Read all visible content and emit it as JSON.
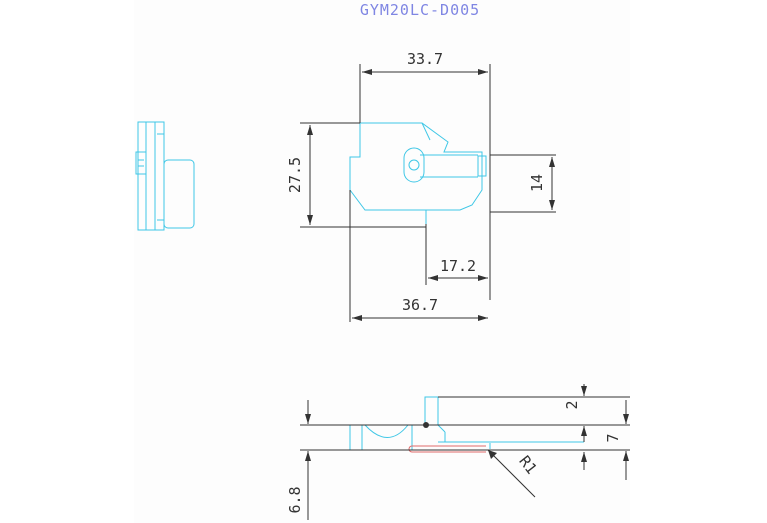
{
  "title": "GYM20LC-D005",
  "dimensions": {
    "top_width": "33.7",
    "height": "27.5",
    "right_height": "14",
    "inner_width": "17.2",
    "bottom_width": "36.7",
    "side_top": "2",
    "side_mid": "7",
    "side_left": "6.8",
    "radius": "R1"
  },
  "colors": {
    "part": "#3fc7e6",
    "dimension": "#333333",
    "title": "#7f86e3",
    "highlight": "#e06a6a"
  }
}
